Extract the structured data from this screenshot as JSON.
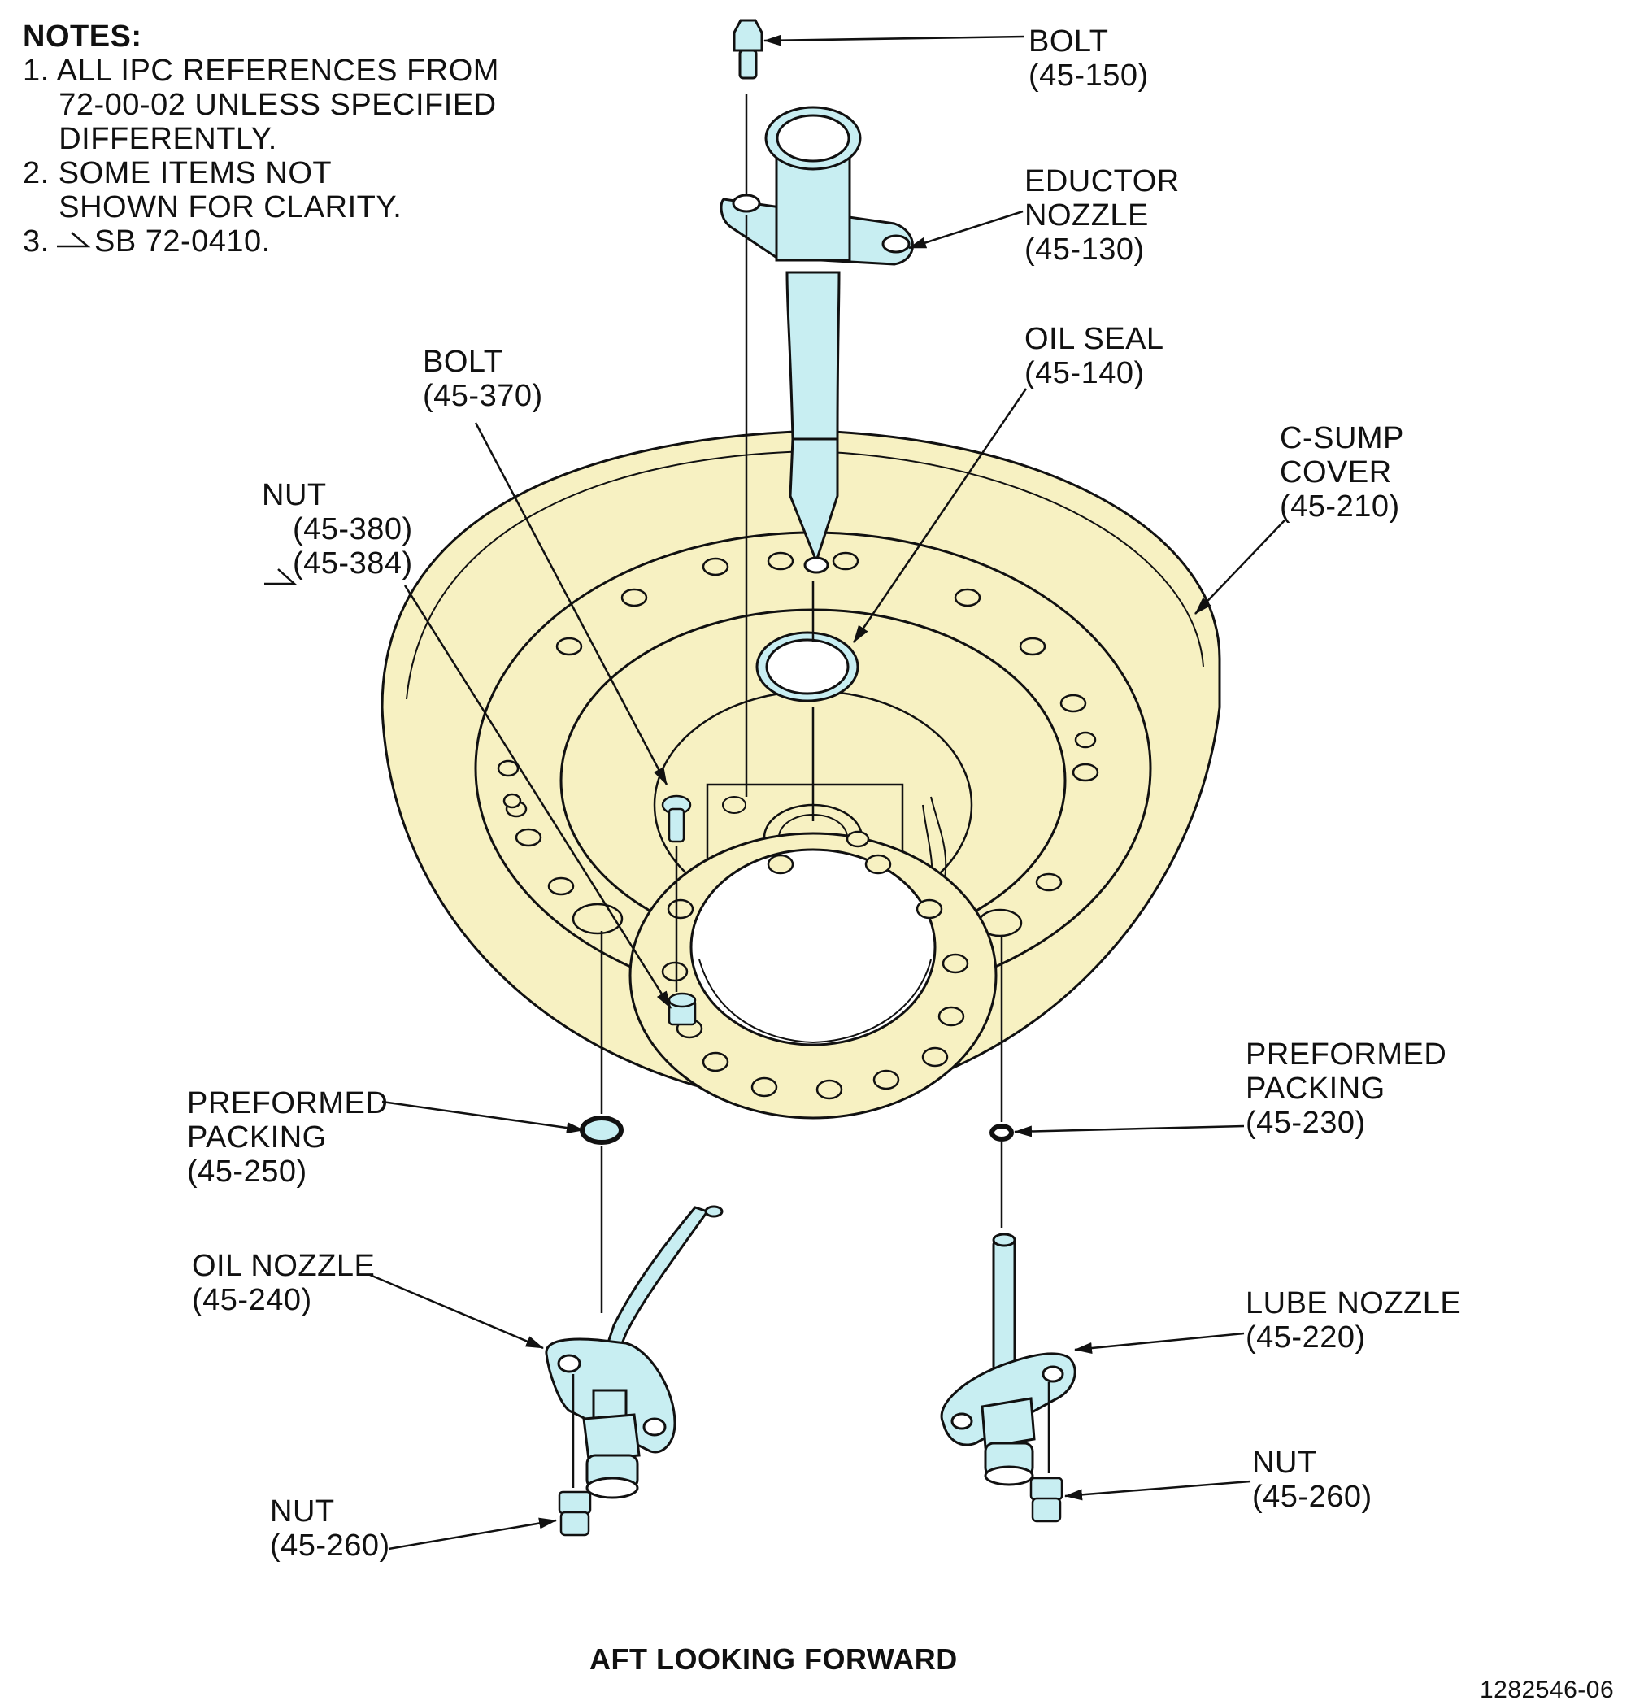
{
  "colors": {
    "cover_fill": "#f7f1c2",
    "part_fill": "#c8eef2",
    "line": "#111111",
    "background": "#ffffff"
  },
  "notes": {
    "heading": "NOTES:",
    "items": [
      "1. ALL IPC REFERENCES FROM",
      "    72-00-02 UNLESS SPECIFIED",
      "    DIFFERENTLY.",
      "2. SOME ITEMS NOT",
      "    SHOWN FOR CLARITY.",
      "3.     SB 72-0410."
    ]
  },
  "callouts": {
    "bolt_top": {
      "name": "BOLT",
      "ref": "(45-150)"
    },
    "eductor": {
      "name1": "EDUCTOR",
      "name2": "NOZZLE",
      "ref": "(45-130)"
    },
    "oil_seal": {
      "name": "OIL SEAL",
      "ref": "(45-140)"
    },
    "csump": {
      "name1": "C-SUMP",
      "name2": "COVER",
      "ref": "(45-210)"
    },
    "bolt_370": {
      "name": "BOLT",
      "ref": "(45-370)"
    },
    "nut_380": {
      "name": "NUT",
      "ref1": "(45-380)",
      "ref2": "(45-384)"
    },
    "packing_250": {
      "name1": "PREFORMED",
      "name2": "PACKING",
      "ref": "(45-250)"
    },
    "packing_230": {
      "name1": "PREFORMED",
      "name2": "PACKING",
      "ref": "(45-230)"
    },
    "oil_nozzle": {
      "name": "OIL NOZZLE",
      "ref": "(45-240)"
    },
    "lube_nozzle": {
      "name": "LUBE NOZZLE",
      "ref": "(45-220)"
    },
    "nut_left": {
      "name": "NUT",
      "ref": "(45-260)"
    },
    "nut_right": {
      "name": "NUT",
      "ref": "(45-260)"
    }
  },
  "caption": "AFT LOOKING FORWARD",
  "figure_number": "1282546-06"
}
